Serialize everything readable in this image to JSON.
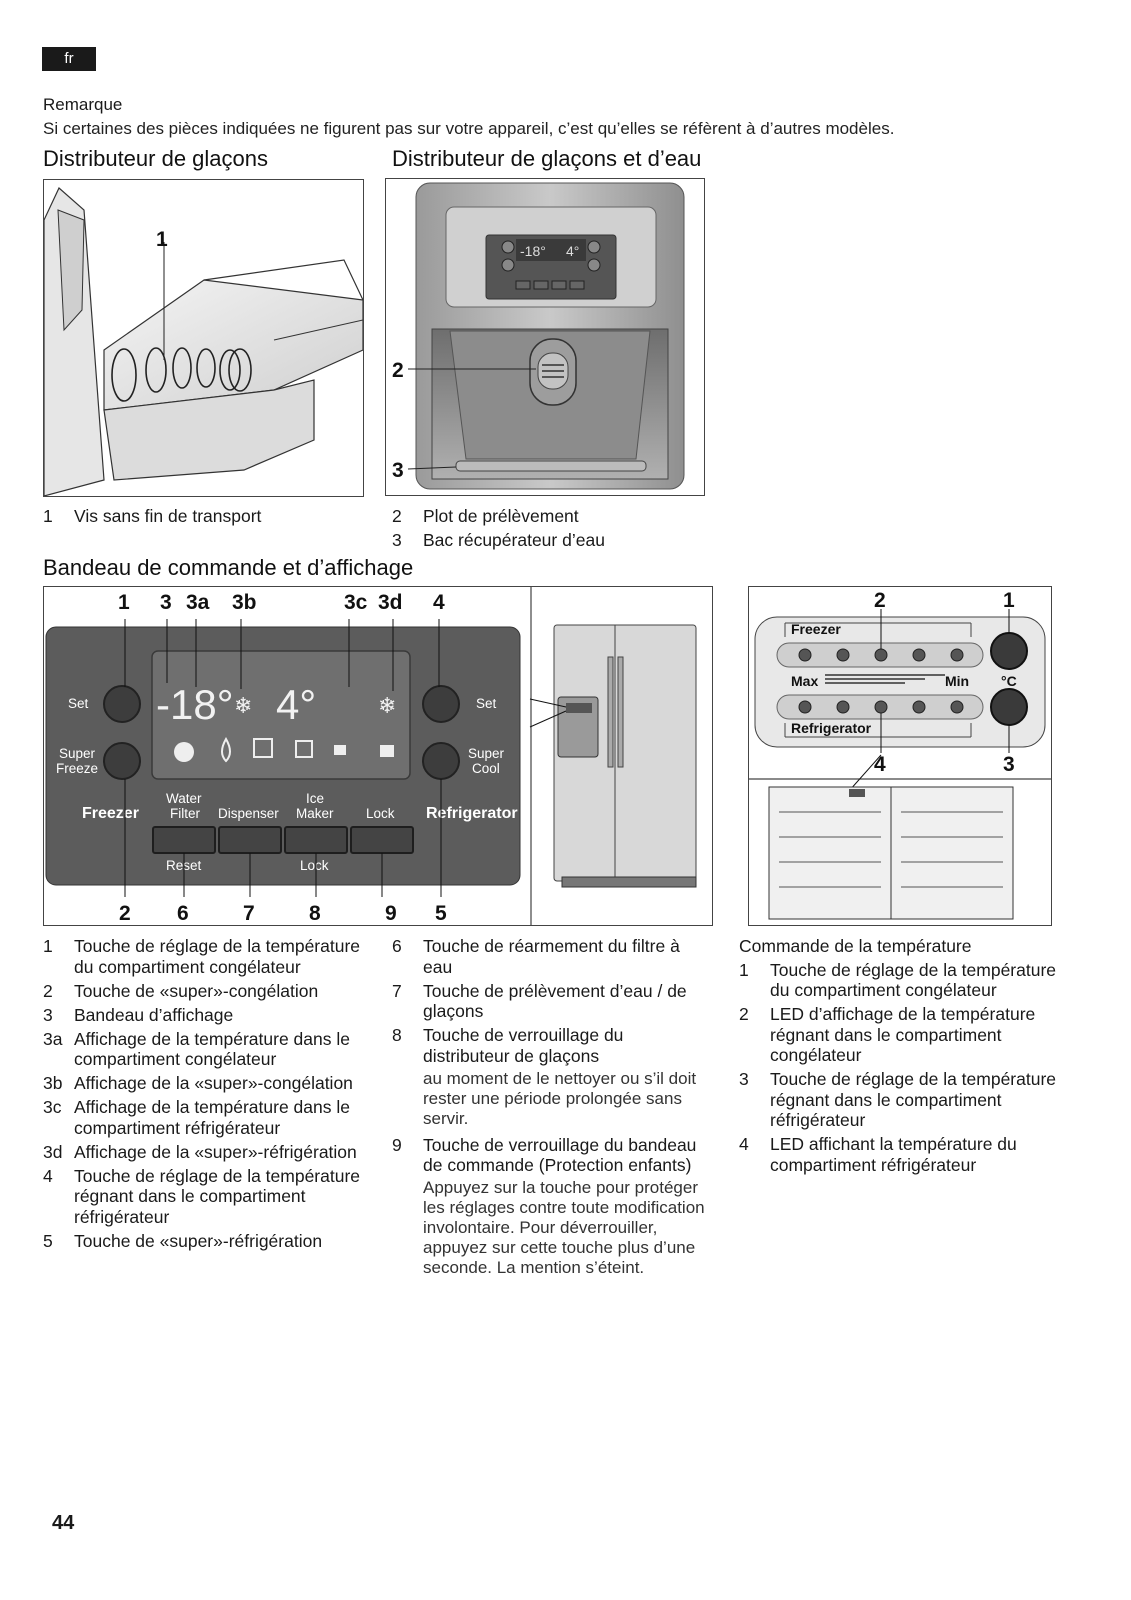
{
  "lang": "fr",
  "note": {
    "title": "Remarque",
    "text": "Si certaines des pièces indiquées ne figurent pas sur votre appareil, c’est qu’elles se réfèrent à d’autres modèles."
  },
  "section1": {
    "title": "Distributeur de glaçons",
    "callouts": [
      "1"
    ],
    "captions": [
      {
        "num": "1",
        "text": "Vis sans fin de transport"
      }
    ]
  },
  "section2": {
    "title": "Distributeur de glaçons et d’eau",
    "callouts": [
      "2",
      "3"
    ],
    "captions": [
      {
        "num": "2",
        "text": "Plot de prélèvement"
      },
      {
        "num": "3",
        "text": "Bac récupérateur d’eau"
      }
    ]
  },
  "section3": {
    "title": "Bandeau de commande et d’affichage",
    "top_callouts": [
      "1",
      "3",
      "3a",
      "3b",
      "3c",
      "3d",
      "4"
    ],
    "bottom_callouts": [
      "2",
      "6",
      "7",
      "8",
      "9",
      "5"
    ],
    "panel": {
      "set_left": "Set",
      "super_freeze": "Super\nFreeze",
      "set_right": "Set",
      "super_cool": "Super\nCool",
      "freezer": "Freezer",
      "refrigerator": "Refrigerator",
      "temp_freezer": "-18°",
      "temp_fridge": "4°",
      "water_filter": "Water\nFilter",
      "dispenser": "Dispenser",
      "ice_maker": "Ice\nMaker",
      "lock": "Lock",
      "reset": "Reset",
      "lock_bottom": "Lock"
    },
    "right_panel": {
      "callouts_top": [
        "2",
        "1"
      ],
      "callouts_bottom": [
        "4",
        "3"
      ],
      "freezer": "Freezer",
      "max": "Max",
      "min": "Min",
      "unit": "°C",
      "refrigerator": "Refrigerator"
    }
  },
  "list_col1": [
    {
      "num": "1",
      "text": "Touche de réglage de la température du compartiment congélateur"
    },
    {
      "num": "2",
      "text": "Touche de «super»-congélation"
    },
    {
      "num": "3",
      "text": "Bandeau d’affichage"
    },
    {
      "num": "3a",
      "text": "Affichage de la température dans le compartiment congélateur"
    },
    {
      "num": "3b",
      "text": "Affichage de la «super»-congélation"
    },
    {
      "num": "3c",
      "text": "Affichage de la température dans le compartiment réfrigérateur"
    },
    {
      "num": "3d",
      "text": "Affichage de la «super»-réfrigération"
    },
    {
      "num": "4",
      "text": "Touche de réglage de la température régnant dans le compartiment réfrigérateur"
    },
    {
      "num": "5",
      "text": "Touche de «super»-réfrigération"
    }
  ],
  "list_col2": [
    {
      "num": "6",
      "text": "Touche de réarmement du filtre à eau",
      "sub": ""
    },
    {
      "num": "7",
      "text": "Touche de prélèvement d’eau / de glaçons",
      "sub": ""
    },
    {
      "num": "8",
      "text": "Touche de verrouillage du distributeur de glaçons",
      "sub": "au moment de le nettoyer ou s’il doit rester une période prolongée sans servir."
    },
    {
      "num": "9",
      "text": "Touche de verrouillage du bandeau de commande (Protection enfants)",
      "sub": "Appuyez sur la touche pour protéger les réglages contre toute modification involontaire. Pour déverrouiller, appuyez sur cette touche plus d’une seconde. La mention s’éteint."
    }
  ],
  "list_col3": {
    "title": "Commande de la température",
    "items": [
      {
        "num": "1",
        "text": "Touche de réglage de la température du compartiment congélateur"
      },
      {
        "num": "2",
        "text": "LED d’affichage de la température régnant dans le compartiment congélateur"
      },
      {
        "num": "3",
        "text": "Touche de réglage de la température régnant dans le compartiment réfrigérateur"
      },
      {
        "num": "4",
        "text": "LED affichant la température du compartiment réfrigérateur"
      }
    ]
  },
  "page_number": "44"
}
